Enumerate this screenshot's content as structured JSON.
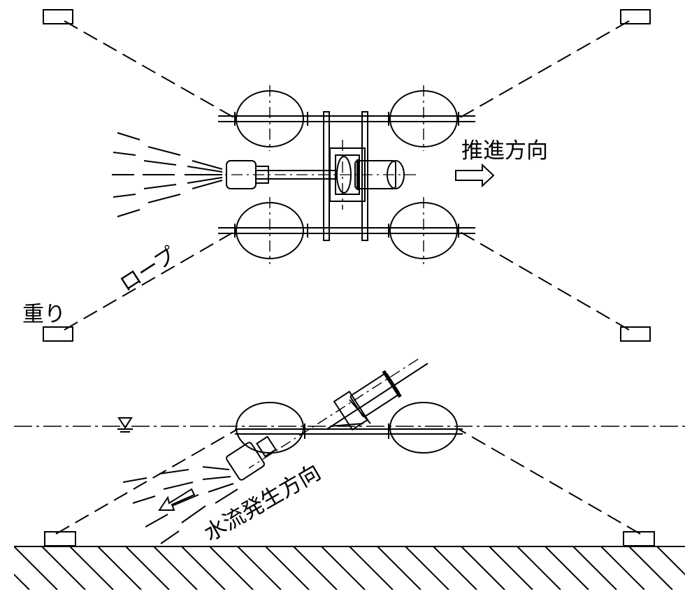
{
  "labels": {
    "propulsion_direction": "推進方向",
    "rope": "ロープ",
    "weight": "重り",
    "water_flow_direction": "水流発生方向"
  },
  "colors": {
    "line": "#000000",
    "background": "#ffffff"
  }
}
